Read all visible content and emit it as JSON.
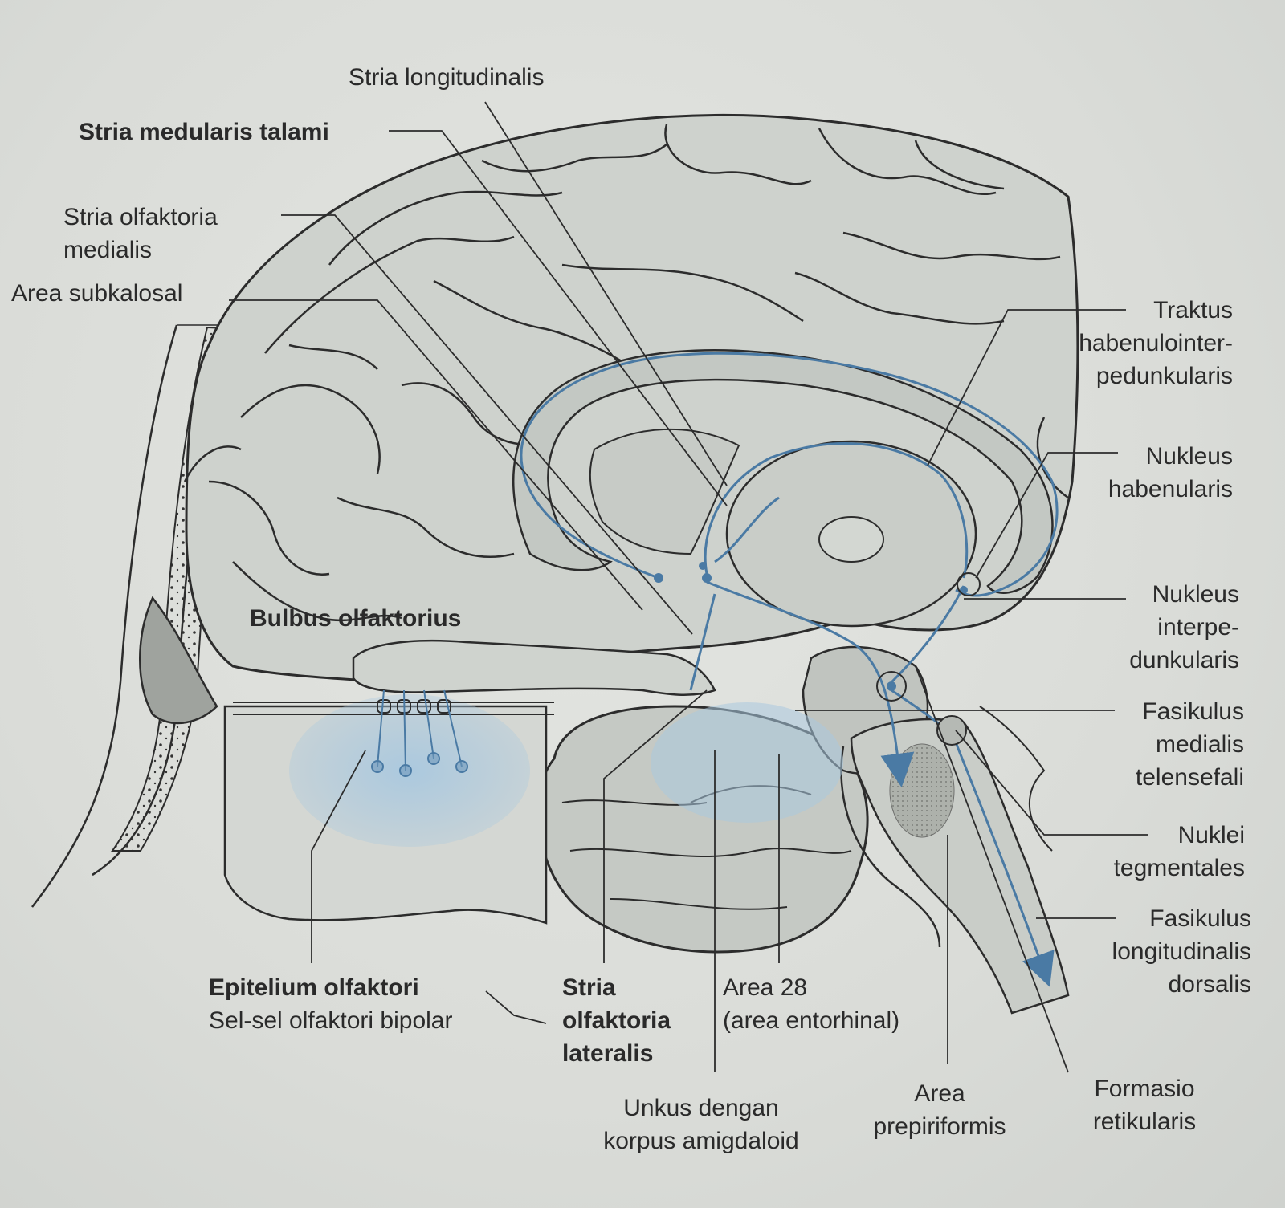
{
  "diagram": {
    "colors": {
      "brain_fill": "#ced2cd",
      "outline": "#2c2c2c",
      "pathway_blue": "#4a7aa4",
      "olfactory_blue": "#a9c8df",
      "background": "#dcdfdb"
    },
    "labels": {
      "stria_longitudinalis": "Stria longitudinalis",
      "stria_medularis_talami": "Stria medularis talami",
      "stria_olfaktoria_medialis": [
        "Stria olfaktoria",
        "medialis"
      ],
      "area_subkalosal": "Area subkalosal",
      "bulbus_olfaktorius": "Bulbus olfaktorius",
      "epitelium_olfaktori": "Epitelium olfaktori",
      "sel_sel_olfaktori": "Sel-sel olfaktori bipolar",
      "stria_olfaktoria_lateralis": [
        "Stria",
        "olfaktoria",
        "lateralis"
      ],
      "area_28": [
        "Area 28",
        "(area entorhinal)"
      ],
      "unkus": [
        "Unkus dengan",
        "korpus amigdaloid"
      ],
      "area_prepiriformis": [
        "Area",
        "prepiriformis"
      ],
      "formasio_retikularis": [
        "Formasio",
        "retikularis"
      ],
      "traktus_habenulointerpedunkularis": [
        "Traktus",
        "habenulointer-",
        "pedunkularis"
      ],
      "nukleus_habenularis": [
        "Nukleus",
        "habenularis"
      ],
      "nukleus_interpedunkularis": [
        "Nukleus",
        "interpe-",
        "dunkularis"
      ],
      "fasikulus_medialis_telensefali": [
        "Fasikulus",
        "medialis",
        "telensefali"
      ],
      "nuklei_tegmentales": [
        "Nuklei",
        "tegmentales"
      ],
      "fasikulus_longitudinalis_dorsalis": [
        "Fasikulus",
        "longitudinalis",
        "dorsalis"
      ]
    }
  }
}
